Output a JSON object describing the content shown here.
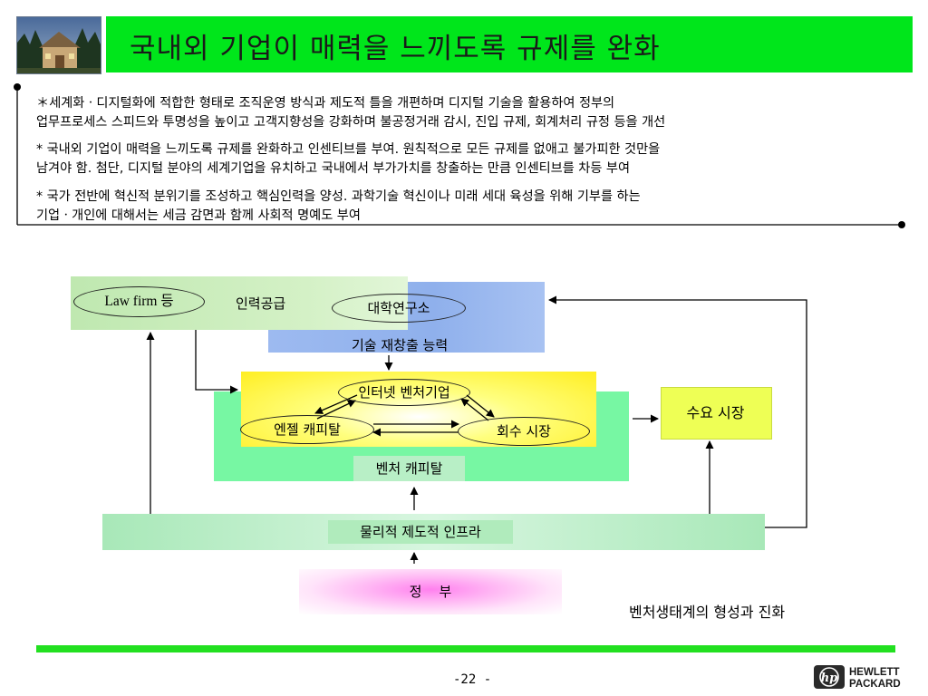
{
  "slide": {
    "title": "국내외 기업이 매력을 느끼도록 규제를 완화",
    "paragraphs": [
      {
        "line1": "＊세계화ㆍ디지털화에 적합한 형태로 조직운영 방식과 제도적 틀을 개편하며  디지털 기술을 활용하여 정부의",
        "line2": "업무프로세스 스피드와 투명성을 높이고 고객지향성을 강화하며  불공정거래 감시, 진입 규제, 회계처리 규정 등을 개선"
      },
      {
        "line1": "* 국내외 기업이 매력을 느끼도록 규제를 완화하고 인센티브를 부여. 원칙적으로 모든 규제를 없애고 불가피한 것만을",
        "line2": "남겨야 함. 첨단, 디지털 분야의 세계기업을 유치하고 국내에서 부가가치를 창출하는 만큼 인센티브를 차등 부여"
      },
      {
        "line1": "* 국가 전반에 혁신적 분위기를 조성하고 핵심인력을 양성.  과학기술 혁신이나 미래 세대 육성을 위해 기부를 하는",
        "line2": "기업ㆍ개인에 대해서는 세금 감면과 함께 사회적 명예도 부여"
      }
    ],
    "page_number": "-22 -",
    "logo_text": {
      "line1": "HEWLETT",
      "line2": "PACKARD",
      "mark": "hp"
    }
  },
  "diagram": {
    "law_firm": "Law firm 등",
    "manpower": "인력공급",
    "university": "대학연구소",
    "tech_recreation": "기술 재창출 능력",
    "internet_venture": "인터넷 벤처기업",
    "angel_capital": "엔젤 캐피탈",
    "exit_market": "회수 시장",
    "venture_capital": "벤처 캐피탈",
    "demand_market": "수요 시장",
    "infrastructure": "물리적  제도적 인프라",
    "government": "정    부",
    "caption": "벤처생태계의 형성과 진화"
  },
  "colors": {
    "title_bar": "#00e61b",
    "manpower_box": "#cdeec0",
    "university_box": "#8fb0ec",
    "venture_box": "#77f7a3",
    "internet_box": "#ffff33",
    "demand_box": "#eeff55",
    "infra_bar": "#b6eec6",
    "footer_bar": "#22e020"
  }
}
